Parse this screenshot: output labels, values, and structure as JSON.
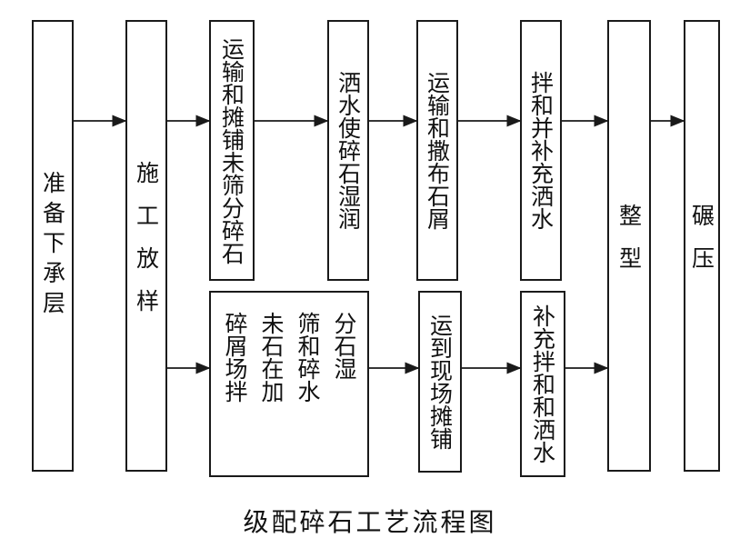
{
  "boxes": {
    "prepare_subgrade": "准备下承层",
    "construction_layout": "施工放样",
    "transport_spread_gravel": "运输和摊铺未筛分碎石",
    "water_wet_gravel": "洒水使碎石湿润",
    "transport_chips": "运输和撒布石屑",
    "mix_add_water": "拌和并补充洒水",
    "grading": "整型",
    "rolling": "碾压",
    "plant_mix": [
      "分石湿",
      "筛和碎水",
      "未石在加",
      "碎屑场拌"
    ],
    "transport_to_site": "运到现场摊铺",
    "supplement_mix": "补充拌和和洒水"
  },
  "caption": "级配碎石工艺流程图"
}
